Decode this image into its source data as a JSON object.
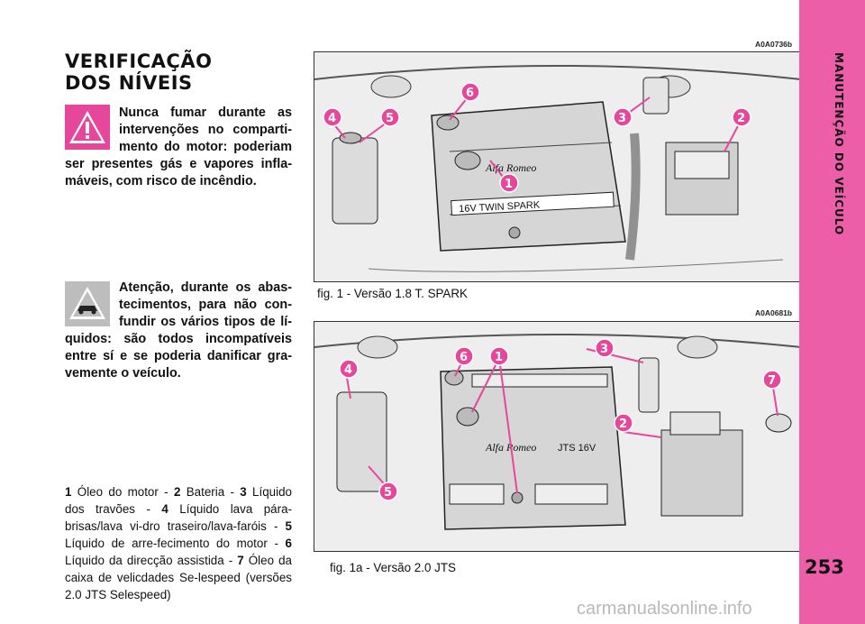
{
  "title": {
    "line1": "VERIFICAÇÃO",
    "line2": "DOS NÍVEIS"
  },
  "warning": {
    "text": "Nunca fumar durante as intervenções no comparti-mento do motor: poderiam ser presentes gás e vapores infla-máveis, com risco de incêndio."
  },
  "caution": {
    "text": "Atenção, durante os abas-tecimentos, para não con-fundir os vários tipos de lí-quidos: são todos incompatíveis entre sí e se poderia danificar gra-vemente o veículo."
  },
  "legend": [
    {
      "num": "1",
      "text": " Óleo do motor - "
    },
    {
      "num": "2",
      "text": " Bateria - "
    },
    {
      "num": "3",
      "text": " Líquido dos travões - "
    },
    {
      "num": "4",
      "text": " Líquido lava pára-brisas/lava vi-dro traseiro/lava-faróis - "
    },
    {
      "num": "5",
      "text": " Líquido de arre-fecimento do motor - "
    },
    {
      "num": "6",
      "text": " Líquido da direcção assistida - "
    },
    {
      "num": "7",
      "text": " Óleo da caixa de velicdades Se-lespeed (versões 2.0 JTS Selespeed)"
    }
  ],
  "figures": [
    {
      "code": "A0A0736b",
      "caption": "fig. 1 -  Versão 1.8 T. SPARK",
      "engine_label": "16V   TWIN  SPARK",
      "brand": "Alfa Romeo",
      "badges": [
        "1",
        "2",
        "3",
        "4",
        "5",
        "6"
      ]
    },
    {
      "code": "A0A0681b",
      "caption": "fig. 1a -  Versão 2.0 JTS",
      "engine_label": "JTS 16V",
      "brand": "Alfa Romeo",
      "badges": [
        "1",
        "2",
        "3",
        "4",
        "5",
        "6",
        "7"
      ]
    }
  ],
  "sidebar": {
    "section": "MANUTENÇÃO DO VEÍCULO",
    "page": "253"
  },
  "watermark": "carmanualsonline.info",
  "colors": {
    "accent": "#e6479a",
    "sidebar": "#ec5ea8"
  }
}
